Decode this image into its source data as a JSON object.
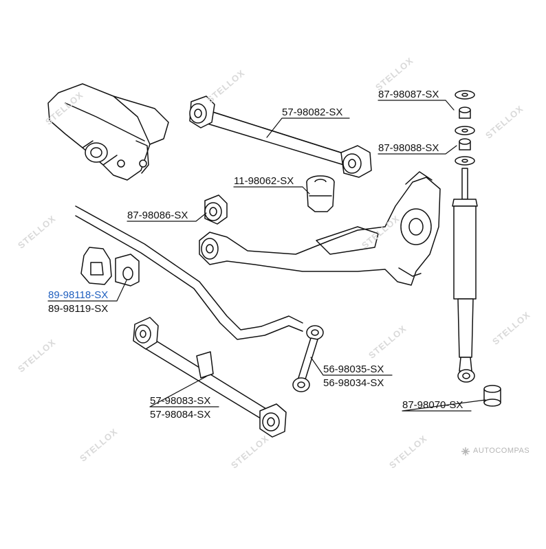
{
  "watermark": {
    "text": "STELLOX"
  },
  "credit": {
    "text": "AUTOCOMPAS"
  },
  "colors": {
    "active_label": "#1f5fbf",
    "line": "#111111",
    "watermark": "#d9d9d9"
  },
  "labels": [
    {
      "id": "p1",
      "text": "57-98082-SX"
    },
    {
      "id": "p2",
      "text": "87-98087-SX"
    },
    {
      "id": "p3",
      "text": "87-98088-SX"
    },
    {
      "id": "p4",
      "text": "11-98062-SX"
    },
    {
      "id": "p5",
      "text": "87-98086-SX"
    },
    {
      "id": "p6",
      "text": "89-98118-SX",
      "active": true
    },
    {
      "id": "p7",
      "text": "89-98119-SX"
    },
    {
      "id": "p8",
      "text": "56-98035-SX"
    },
    {
      "id": "p9",
      "text": "56-98034-SX"
    },
    {
      "id": "p10",
      "text": "57-98083-SX"
    },
    {
      "id": "p11",
      "text": "57-98084-SX"
    },
    {
      "id": "p12",
      "text": "87-98070-SX"
    }
  ]
}
